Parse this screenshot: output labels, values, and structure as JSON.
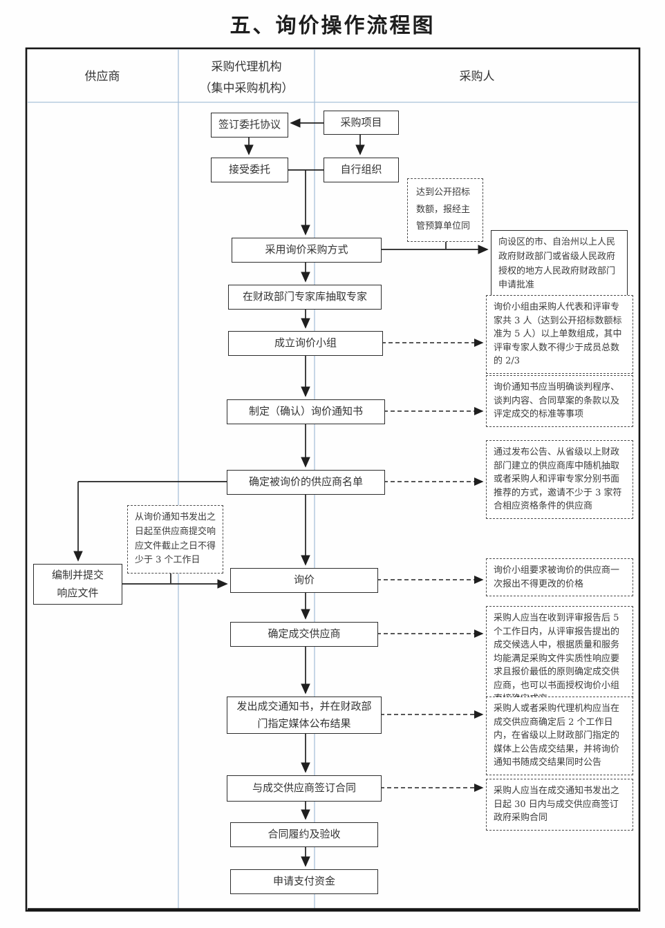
{
  "title": "五、询价操作流程图",
  "columns": {
    "supplier": "供应商",
    "agency": "采购代理机构\n（集中采购机构）",
    "purchaser": "采购人"
  },
  "nodes": {
    "sign_agreement": "签订委托协议",
    "procurement_project": "采购项目",
    "accept_entrustment": "接受委托",
    "self_organize": "自行组织",
    "adopt_inquiry": "采用询价采购方式",
    "extract_experts": "在财政部门专家库抽取专家",
    "form_inquiry_team": "成立询价小组",
    "make_notice": "制定（确认）询价通知书",
    "determine_supplier_list": "确定被询价的供应商名单",
    "prepare_response": "编制并提交\n响应文件",
    "inquiry": "询价",
    "determine_winner": "确定成交供应商",
    "issue_notice": "发出成交通知书，并在财政部\n门指定媒体公布结果",
    "sign_contract": "与成交供应商签订合同",
    "contract_performance": "合同履约及验收",
    "apply_payment": "申请支付资金"
  },
  "annotations": {
    "open_tender_threshold": "达到公开招标数额，报经主管预算单位同",
    "apply_approval": "向设区的市、自治州以上人民政府财政部门或省级人民政府授权的地方人民政府财政部门申请批准",
    "team_composition": "询价小组由采购人代表和评审专家共 3 人（达到公开招标数额标准为 5 人）以上单数组成，其中评审专家人数不得少于成员总数的 2/3",
    "notice_content": "询价通知书应当明确谈判程序、谈判内容、合同草案的条款以及评定成交的标准等事项",
    "supplier_selection": "通过发布公告、从省级以上财政部门建立的供应商库中随机抽取或者采购人和评审专家分别书面推荐的方式，邀请不少于 3 家符合相应资格条件的供应商",
    "response_deadline": "从询价通知书发出之日起至供应商提交响应文件截止之日不得少于 3 个工作日",
    "one_time_quote": "询价小组要求被询价的供应商一次报出不得更改的价格",
    "winner_determination": "采购人应当在收到评审报告后 5 个工作日内，从评审报告提出的成交候选人中，根据质量和服务均能满足采购文件实质性响应要求且报价最低的原则确定成交供应商，也可以书面授权询价小组直接确定成交",
    "result_announcement": "采购人或者采购代理机构应当在成交供应商确定后 2 个工作日内，在省级以上财政部门指定的媒体上公告成交结果，并将询价通知书随成交结果同时公告",
    "contract_deadline": "采购人应当在成交通知书发出之日起 30 日内与成交供应商签订政府采购合同"
  },
  "colors": {
    "line": "#1f1f1f",
    "grid": "#a9c1d9",
    "frame": "#161616"
  }
}
